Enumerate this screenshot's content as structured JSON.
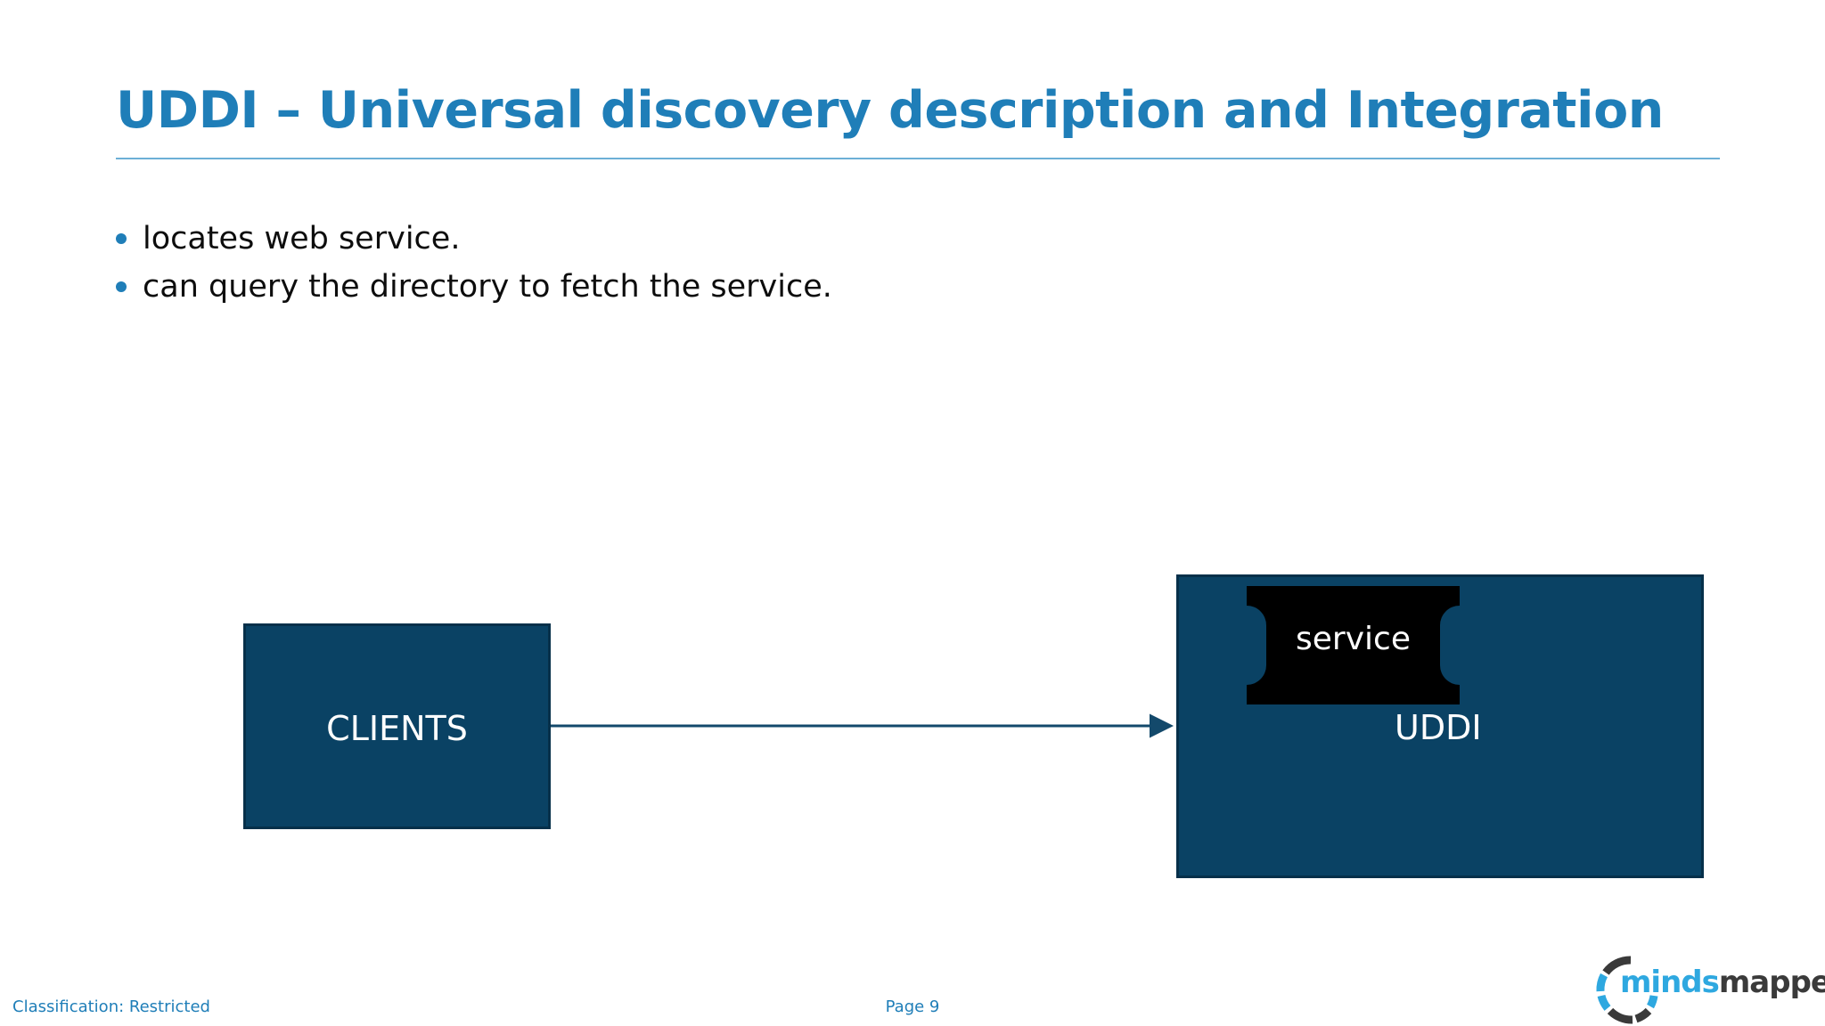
{
  "slide": {
    "title": "UDDI – Universal discovery description and Integration",
    "bullets": [
      {
        "text": "locates web service."
      },
      {
        "text": "can query the directory to fetch the service."
      }
    ]
  },
  "diagram": {
    "type": "flow",
    "nodes": [
      {
        "id": "clients",
        "label": "CLIENTS",
        "shape": "rectangle",
        "fill": "#0A4264",
        "text_color": "#FFFFFF"
      },
      {
        "id": "uddi",
        "label": "UDDI",
        "shape": "rectangle",
        "fill": "#0A4264",
        "text_color": "#FFFFFF"
      },
      {
        "id": "service",
        "label": "service",
        "shape": "concave-corner-card",
        "fill": "#000000",
        "text_color": "#FFFFFF"
      }
    ],
    "edges": [
      {
        "from": "clients",
        "to": "uddi",
        "style": "solid-arrow",
        "color": "#13496B"
      }
    ]
  },
  "footer": {
    "classification": "Classification: Restricted",
    "page": "Page 9"
  },
  "logo": {
    "name": "mindsmapped",
    "text_primary": "minds",
    "text_secondary": "mapped",
    "color_primary": "#2EA8E0",
    "color_secondary": "#3A3A3A"
  },
  "colors": {
    "title_blue": "#1F7EB8",
    "rule_blue": "#6CAFD6",
    "box_navy": "#0A4264",
    "box_border": "#06304A",
    "arrow": "#13496B",
    "body_text": "#0D0D0D"
  }
}
